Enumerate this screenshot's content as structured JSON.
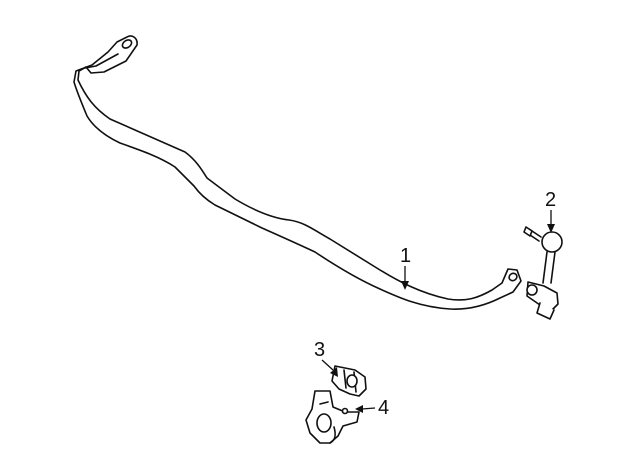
{
  "callouts": [
    {
      "number": "1",
      "part": "stabilizer-bar"
    },
    {
      "number": "2",
      "part": "stabilizer-link"
    },
    {
      "number": "3",
      "part": "bushing"
    },
    {
      "number": "4",
      "part": "bracket"
    }
  ],
  "colors": {
    "line": "#111111",
    "background": "#ffffff"
  }
}
